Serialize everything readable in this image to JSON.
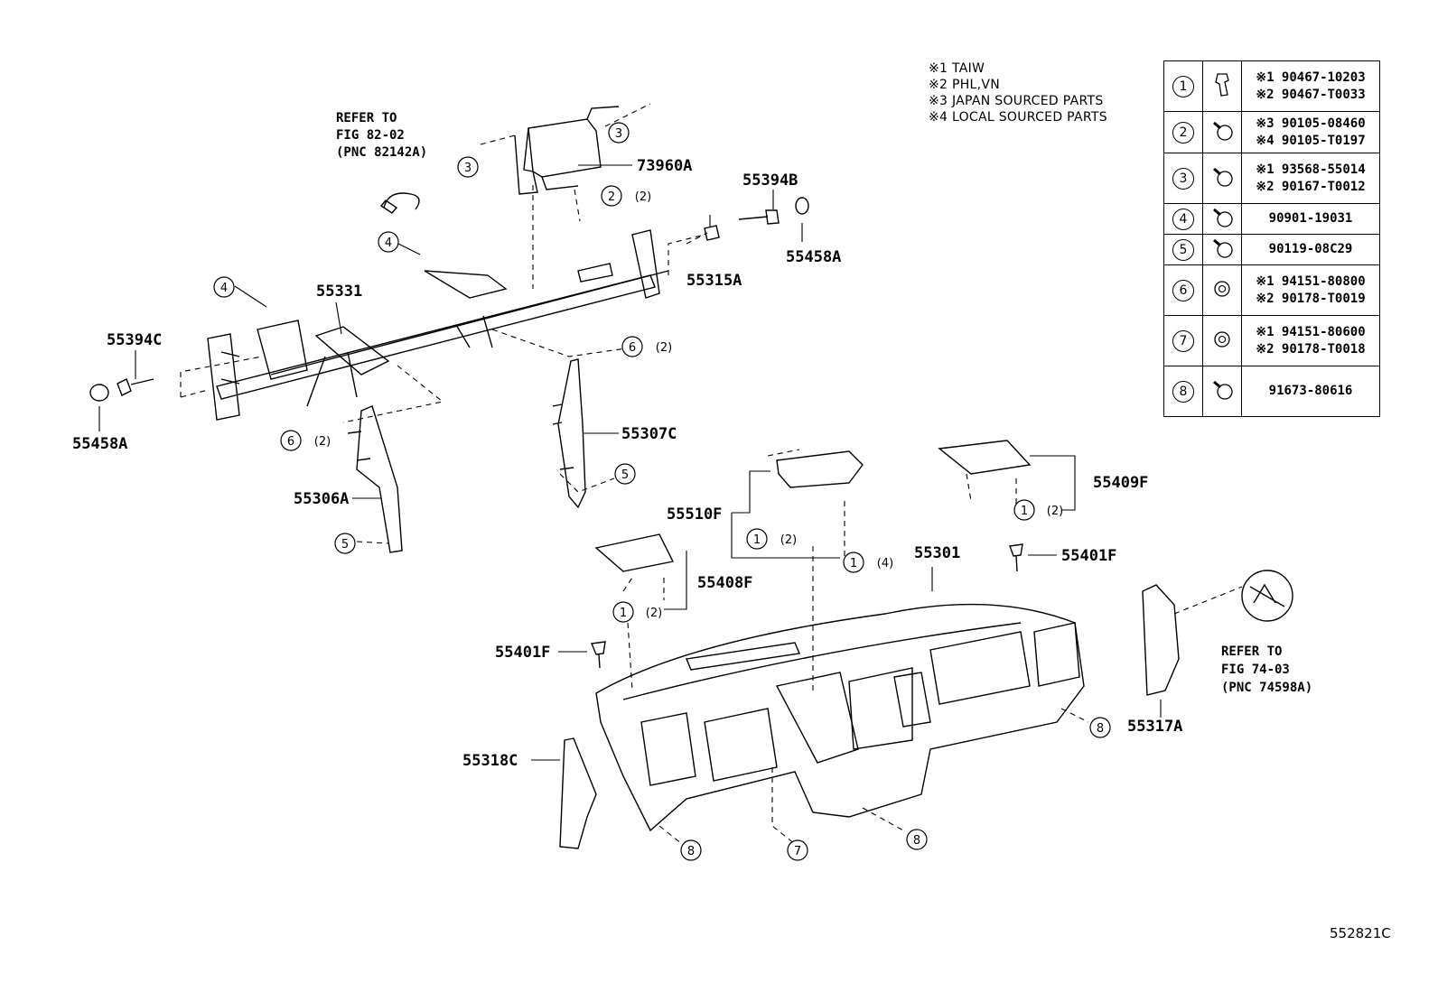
{
  "legend": [
    "※1 TAIW",
    "※2 PHL,VN",
    "※3 JAPAN SOURCED PARTS",
    "※4 LOCAL SOURCED PARTS"
  ],
  "fasteners": [
    {
      "num": "1",
      "icon": "clip-icon",
      "codes": [
        "※1 90467-10203",
        "※2 90467-T0033"
      ]
    },
    {
      "num": "2",
      "icon": "bolt-icon",
      "codes": [
        "※3 90105-08460",
        "※4 90105-T0197"
      ]
    },
    {
      "num": "3",
      "icon": "bolt-icon",
      "codes": [
        "※1 93568-55014",
        "※2 90167-T0012"
      ]
    },
    {
      "num": "4",
      "icon": "bolt-icon",
      "codes": [
        "90901-19031"
      ]
    },
    {
      "num": "5",
      "icon": "bolt-icon",
      "codes": [
        "90119-08C29"
      ]
    },
    {
      "num": "6",
      "icon": "nut-icon",
      "codes": [
        "※1 94151-80800",
        "※2 90178-T0019"
      ]
    },
    {
      "num": "7",
      "icon": "nut-icon",
      "codes": [
        "※1 94151-80600",
        "※2 90178-T0018"
      ]
    },
    {
      "num": "8",
      "icon": "bolt-icon",
      "codes": [
        "91673-80616"
      ]
    }
  ],
  "labels": {
    "p73960A": "73960A",
    "p55394B": "55394B",
    "p55458A_r": "55458A",
    "p55315A": "55315A",
    "p55331": "55331",
    "p55394C": "55394C",
    "p55458A_l": "55458A",
    "p55307C": "55307C",
    "p55306A": "55306A",
    "p55510F": "55510F",
    "p55409F": "55409F",
    "p55301": "55301",
    "p55401F_r": "55401F",
    "p55408F": "55408F",
    "p55401F_l": "55401F",
    "p55318C": "55318C",
    "p55317A": "55317A"
  },
  "refs": {
    "top": [
      "REFER TO",
      "FIG 82-02",
      "(PNC 82142A)"
    ],
    "right": [
      "REFER TO",
      "FIG 74-03",
      "(PNC 74598A)"
    ]
  },
  "callouts": {
    "c3a": "3",
    "c3b": "3",
    "c2": "2",
    "q2a": "(2)",
    "c4a": "4",
    "c4b": "4",
    "c6a": "6",
    "q6a": "(2)",
    "c6b": "6",
    "q6b": "(2)",
    "c5a": "5",
    "c5b": "5",
    "c1a": "1",
    "q1a": "(2)",
    "c1b": "1",
    "q1b": "(4)",
    "c1c": "1",
    "q1c": "(2)",
    "c1d": "1",
    "q1d": "(2)",
    "c8a": "8",
    "c8b": "8",
    "c8c": "8",
    "c7": "7"
  },
  "figure_id": "552821C"
}
